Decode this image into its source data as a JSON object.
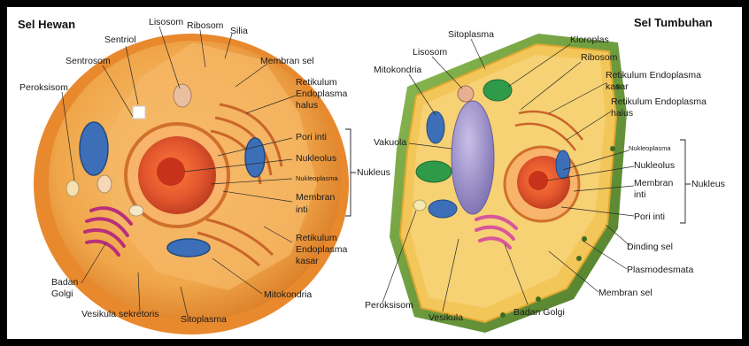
{
  "animal": {
    "title": "Sel Hewan",
    "labels": {
      "lisosom": "Lisosom",
      "ribosom": "Ribosom",
      "silia": "Silia",
      "sentriol": "Sentriol",
      "sentrosom": "Sentrosom",
      "membran_sel": "Membran sel",
      "peroksisom": "Peroksisom",
      "re_halus_1": "Retikulum",
      "re_halus_2": "Endoplasma",
      "re_halus_3": "halus",
      "pori_inti": "Pori inti",
      "nukleolus": "Nukleolus",
      "nukleoplasma": "Nukleoplasma",
      "membran_inti_1": "Membran",
      "membran_inti_2": "inti",
      "nukleus": "Nukleus",
      "re_kasar_1": "Retikulum",
      "re_kasar_2": "Endoplasma",
      "re_kasar_3": "kasar",
      "badan_golgi_1": "Badan",
      "badan_golgi_2": "Golgi",
      "mitokondria": "Mitokondria",
      "vesikula_sekretoris": "Vesikula sekretoris",
      "sitoplasma": "Sitoplasma"
    }
  },
  "plant": {
    "title": "Sel Tumbuhan",
    "labels": {
      "sitoplasma": "Sitoplasma",
      "lisosom": "Lisosom",
      "mitokondria": "Mitokondria",
      "kloroplas": "Kloroplas",
      "ribosom": "Ribosom",
      "re_kasar_1": "Retikulum Endoplasma",
      "re_kasar_2": "kasar",
      "re_halus_1": "Retikulum Endoplasma",
      "re_halus_2": "halus",
      "vakuola": "Vakuola",
      "nukleoplasma": "Nukleoplasma",
      "nukleolus": "Nukleolus",
      "membran_inti_1": "Membran",
      "membran_inti_2": "inti",
      "nukleus": "Nukleus",
      "pori_inti": "Pori inti",
      "dinding_sel": "Dinding sel",
      "plasmodesmata": "Plasmodesmata",
      "membran_sel": "Membran sel",
      "peroksisom": "Peroksisom",
      "vesikula": "Vesikula",
      "badan_golgi": "Badan Golgi"
    }
  },
  "colors": {
    "cytoplasm_animal": "#f0a64a",
    "membrane_animal": "#e8892e",
    "cell_wall": "#6b9a3a",
    "cytoplasm_plant": "#f3c65a",
    "mitochondria": "#3d6fb8",
    "chloroplast": "#2f9a4a",
    "golgi": "#d8569a",
    "vacuole": "#9a8ec8",
    "nucleus": "#e4572e"
  }
}
